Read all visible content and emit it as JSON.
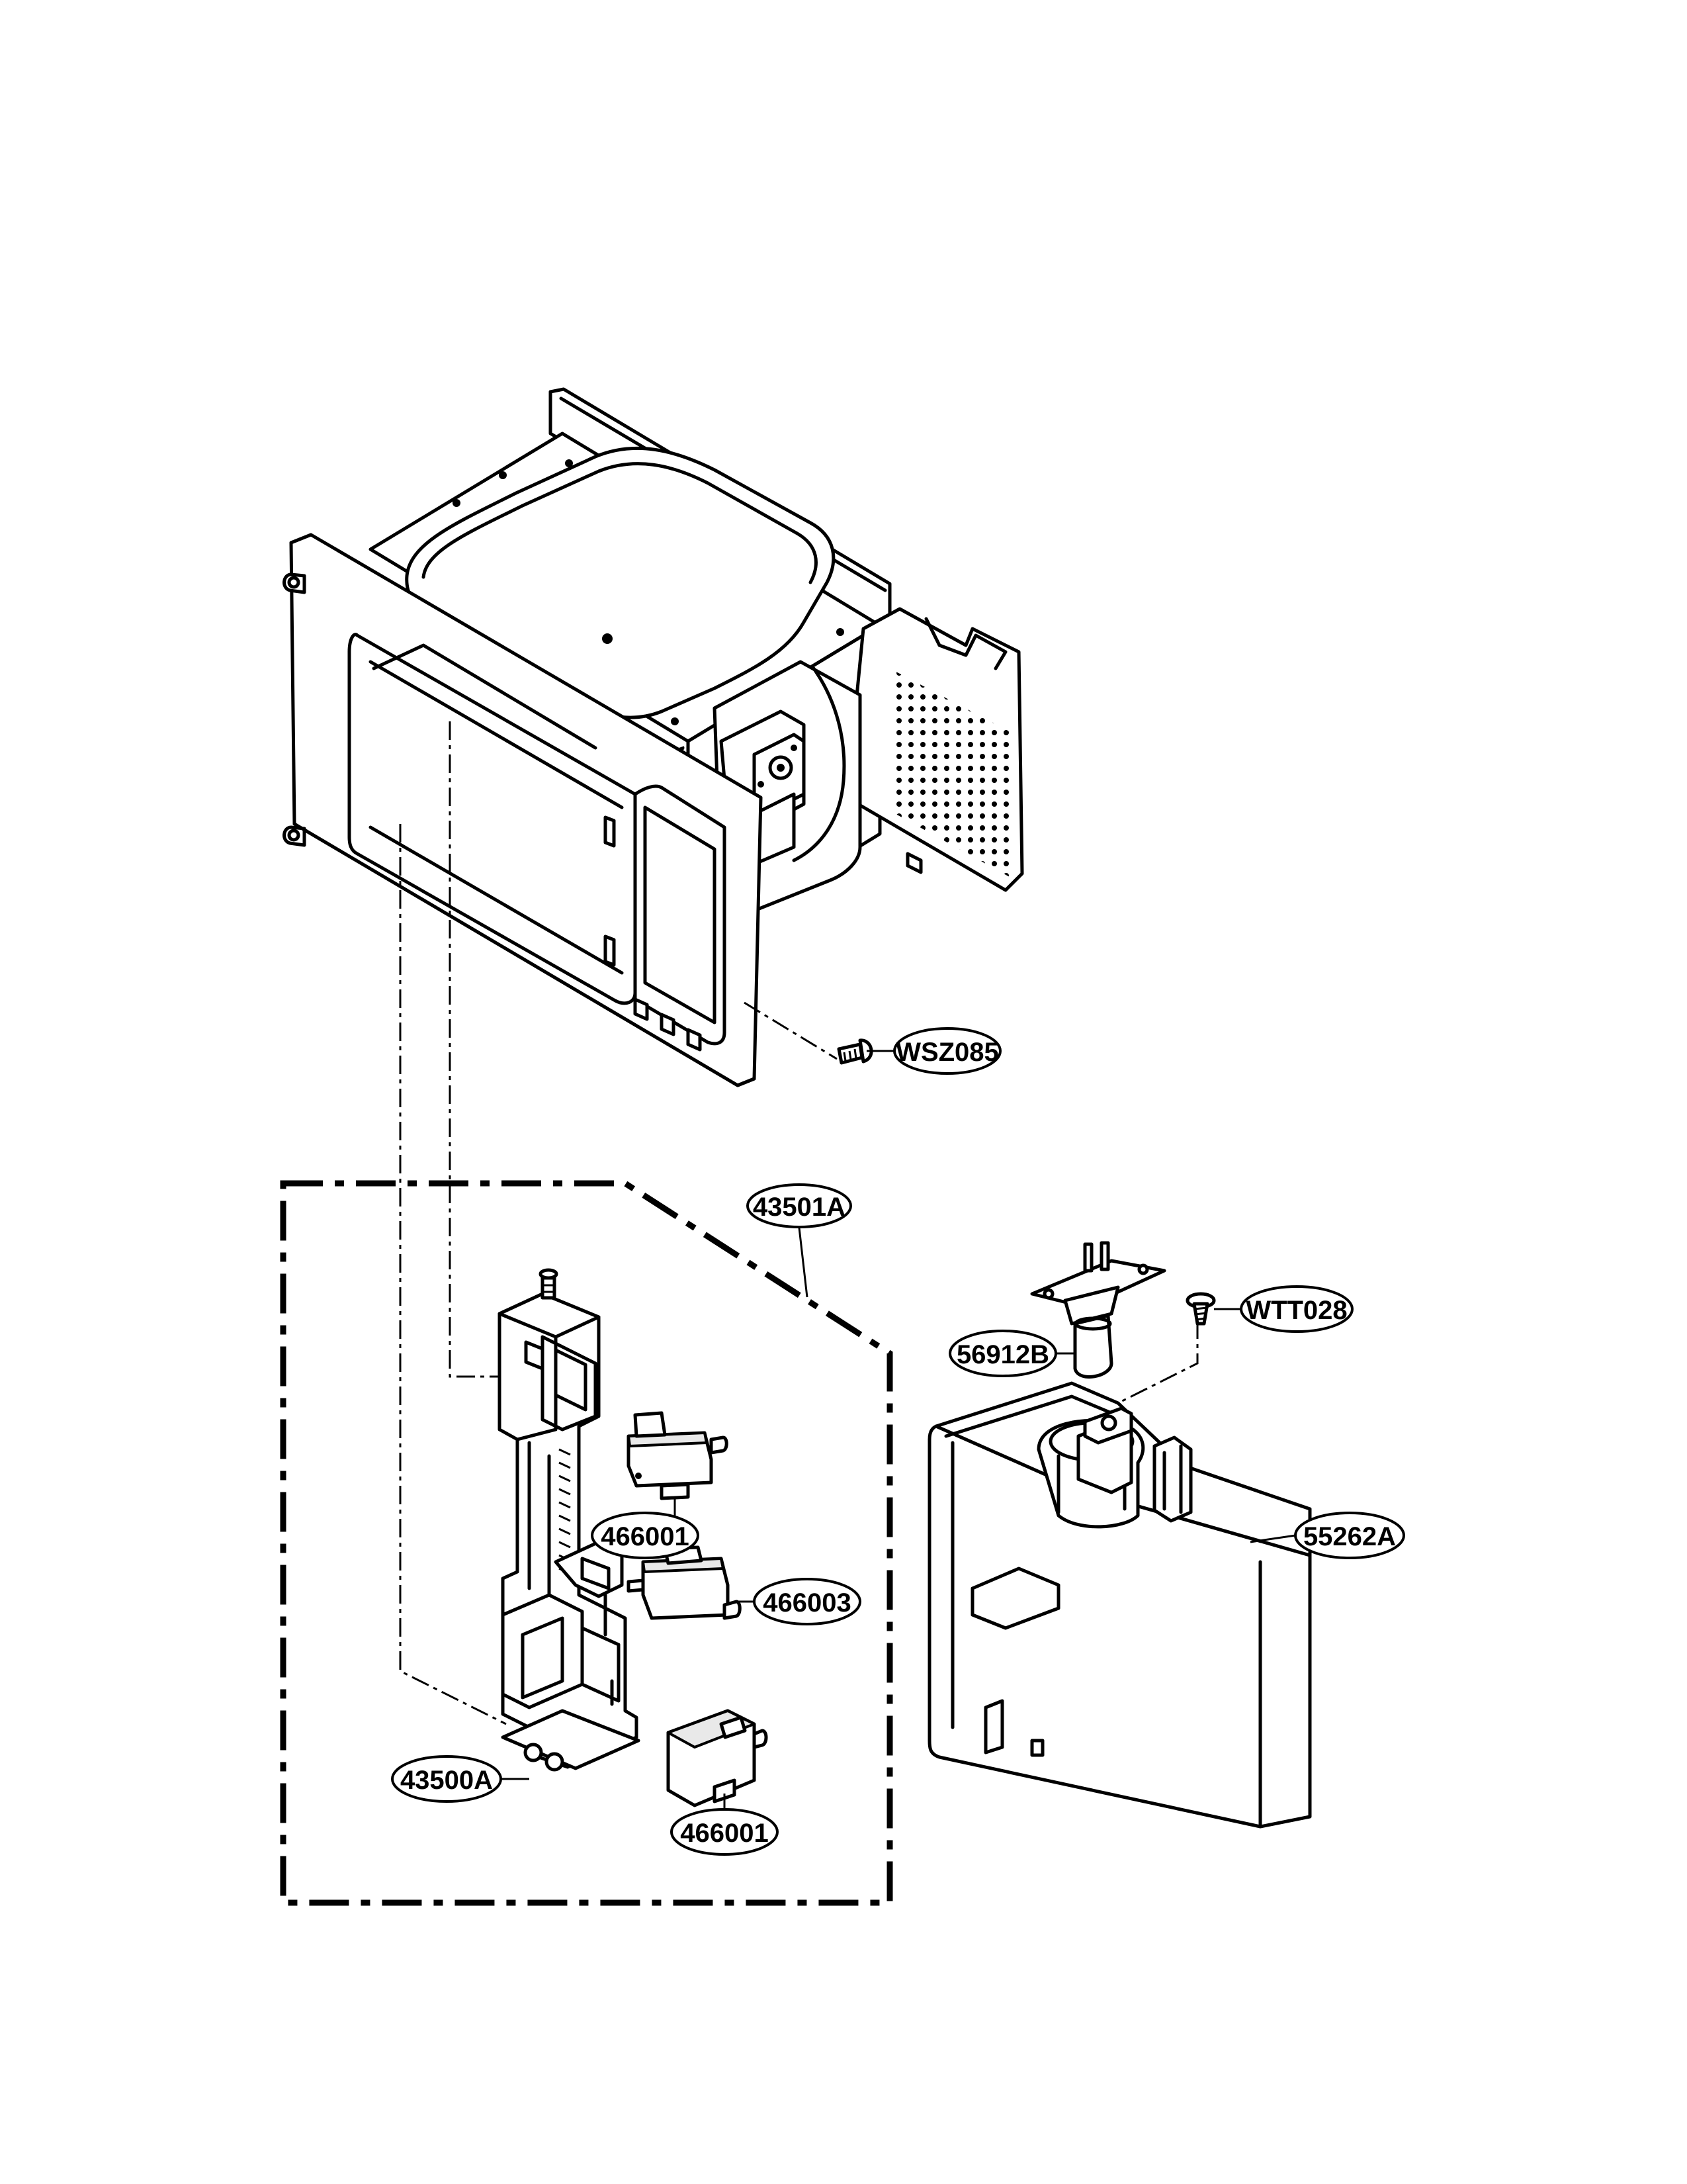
{
  "labels": {
    "wsz085": "WSZ085",
    "p43501a": "43501A",
    "p56912b": "56912B",
    "wtt028": "WTT028",
    "p55262a": "55262A",
    "p466001_upper": "466001",
    "p466003": "466003",
    "p43500a": "43500A",
    "p466001_lower": "466001"
  },
  "icons": {
    "cavity": "microwave-cavity-assembly-icon",
    "latch": "door-latch-board-icon",
    "switch": "micro-switch-icon",
    "screw": "screw-icon",
    "lamp": "lamp-socket-icon",
    "bracket": "lamp-bracket-cover-icon"
  }
}
